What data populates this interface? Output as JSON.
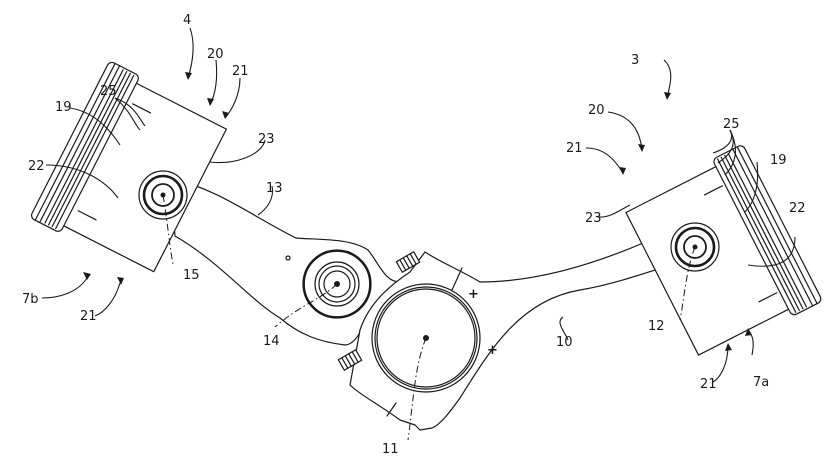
{
  "figure": {
    "type": "patent-line-drawing",
    "subject": "connecting rod assembly with two pistons",
    "line_color": "#1a1a1a",
    "background": "#ffffff"
  },
  "labels": {
    "piston_left": "4",
    "piston_right": "3",
    "crown_left": "20",
    "crown_right": "20",
    "skirt_left_top": "21",
    "skirt_left_bottom": "21",
    "skirt_right_top": "21",
    "skirt_right_bottom": "21",
    "rings_left": "25",
    "rings_right": "25",
    "ring_land_left": "19",
    "ring_land_right": "19",
    "groove_left": "22",
    "groove_right": "22",
    "boss_left": "23",
    "boss_right": "23",
    "rod_upper": "13",
    "rod_lower": "10",
    "pin_left": "15",
    "pin_right": "12",
    "pivot_middle": "14",
    "crank_center": "11",
    "side_left": "7b",
    "side_right": "7a"
  },
  "marks": {
    "cross_1": "+",
    "cross_2": "+"
  }
}
